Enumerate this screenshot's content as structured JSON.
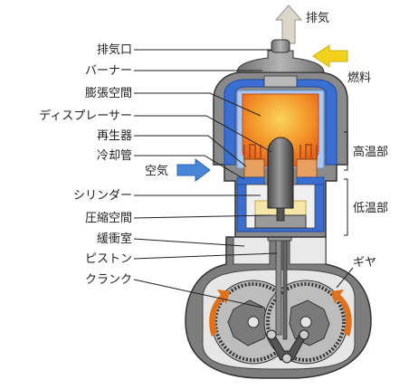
{
  "labels": {
    "exhaust_port": "排気口",
    "burner": "バーナー",
    "expansion_space": "膨張空間",
    "displacer": "ディスプレーサー",
    "regenerator": "再生器",
    "cooling_pipe": "冷却管",
    "air": "空気",
    "cylinder": "シリンダー",
    "compression_space": "圧縮空間",
    "buffer_chamber": "緩衝室",
    "piston": "ピストン",
    "crank": "クランク",
    "exhaust": "排気",
    "fuel": "燃料",
    "hot_section": "高温部",
    "cold_section": "低温部",
    "gear": "ギヤ"
  },
  "colors": {
    "casing": "#8a8a8a",
    "casing_dark": "#5e5e5e",
    "interior": "#e4e4e4",
    "hot": "#f08a1e",
    "hot_glow": "#f7c54a",
    "cooling": "#3a6fd1",
    "cooling_light": "#a9c8f3",
    "regenerator": "#e8a060",
    "fuel_arrow": "#f0d21a",
    "air_arrow": "#4a86d8",
    "exhaust_arrow": "#d9d4c8",
    "rotation_arrow": "#e0701a"
  }
}
